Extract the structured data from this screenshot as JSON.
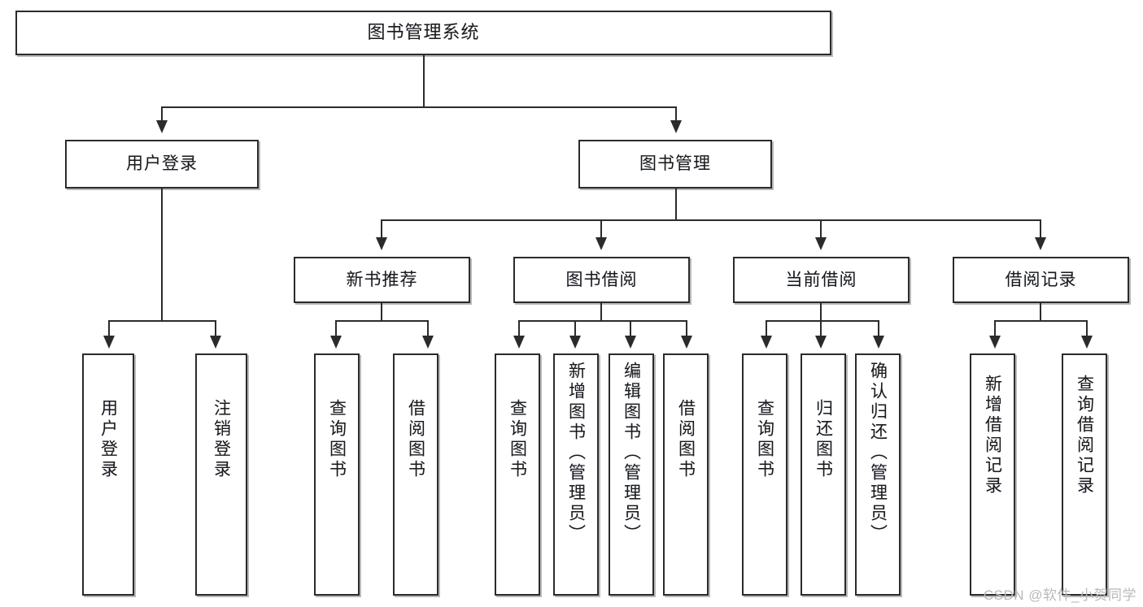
{
  "diagram": {
    "title": "图书管理系统",
    "type": "tree",
    "levels": {
      "root": {
        "label": "图书管理系统"
      },
      "level2": [
        {
          "label": "用户登录"
        },
        {
          "label": "图书管理"
        }
      ],
      "level3": [
        {
          "label": "新书推荐"
        },
        {
          "label": "图书借阅"
        },
        {
          "label": "当前借阅"
        },
        {
          "label": "借阅记录"
        }
      ],
      "leaves": [
        {
          "label": "用户登录",
          "parent": "用户登录"
        },
        {
          "label": "注销登录",
          "parent": "用户登录"
        },
        {
          "label": "查询图书",
          "parent": "新书推荐"
        },
        {
          "label": "借阅图书",
          "parent": "新书推荐"
        },
        {
          "label": "查询图书",
          "parent": "图书借阅"
        },
        {
          "label": "新增图书（管理员）",
          "parent": "图书借阅"
        },
        {
          "label": "编辑图书（管理员）",
          "parent": "图书借阅"
        },
        {
          "label": "借阅图书",
          "parent": "图书借阅"
        },
        {
          "label": "查询图书",
          "parent": "当前借阅"
        },
        {
          "label": "归还图书",
          "parent": "当前借阅"
        },
        {
          "label": "确认归还（管理员）",
          "parent": "当前借阅"
        },
        {
          "label": "新增借阅记录",
          "parent": "借阅记录"
        },
        {
          "label": "查询借阅记录",
          "parent": "借阅记录"
        }
      ]
    }
  },
  "watermark": {
    "text": "CSDN @软件_小贺同学"
  },
  "colors": {
    "stroke": "#2b2b2b",
    "fill": "#ffffff",
    "text": "#1a1a1a",
    "watermark": "#b9b9b9"
  }
}
